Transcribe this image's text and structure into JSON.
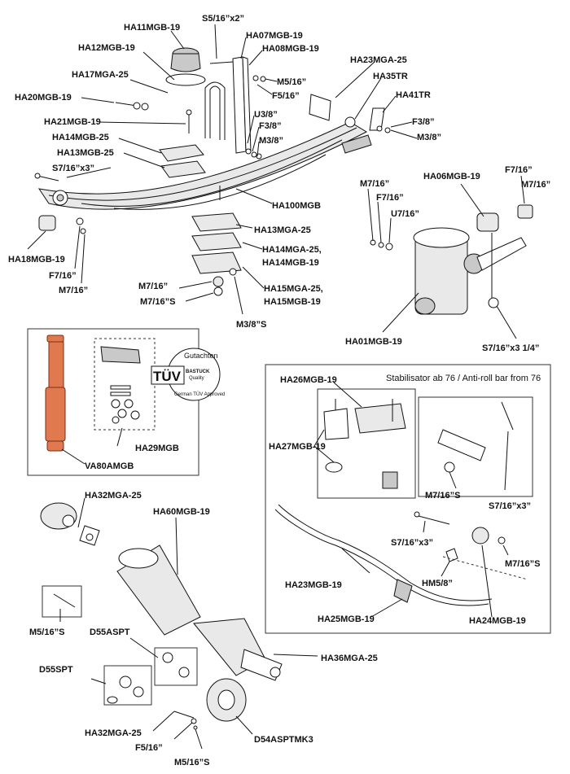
{
  "labels": {
    "ha11mgb19": "HA11MGB-19",
    "s5_16x2": "S5/16”x2”",
    "ha07mgb19": "HA07MGB-19",
    "ha12mgb19": "HA12MGB-19",
    "ha08mgb19": "HA08MGB-19",
    "ha23mga25": "HA23MGA-25",
    "ha17mga25": "HA17MGA-25",
    "m5_16_a": "M5/16”",
    "ha35tr": "HA35TR",
    "ha20mgb19": "HA20MGB-19",
    "f5_16_a": "F5/16”",
    "ha41tr": "HA41TR",
    "u3_8": "U3/8”",
    "ha21mgb19": "HA21MGB-19",
    "f3_8_a": "F3/8”",
    "f3_8_b": "F3/8”",
    "ha14mgb25": "HA14MGB-25",
    "m3_8_a": "M3/8”",
    "m3_8_b": "M3/8”",
    "ha13mgb25": "HA13MGB-25",
    "s7_16x3_a": "S7/16”x3”",
    "ha06mgb19": "HA06MGB-19",
    "f7_16_a": "F7/16”",
    "m7_16_a": "M7/16”",
    "m7_16_b": "M7/16”",
    "f7_16_b": "F7/16”",
    "ha100mgb": "HA100MGB",
    "u7_16": "U7/16”",
    "ha13mga25": "HA13MGA-25",
    "ha18mgb19": "HA18MGB-19",
    "ha14mga25": "HA14MGA-25,",
    "ha14mgb19": "HA14MGB-19",
    "f7_16_c": "F7/16”",
    "m7_16_c": "M7/16”",
    "ha15mga25": "HA15MGA-25,",
    "ha15mgb19": "HA15MGB-19",
    "m7_16_d": "M7/16”",
    "m7_16s_a": "M7/16”S",
    "m3_8s": "M3/8”S",
    "ha01mgb19": "HA01MGB-19",
    "s7_16x3_14": "S7/16”x3 1/4”",
    "ha29mgb": "HA29MGB",
    "va80amgb": "VA80AMGB",
    "ha26mgb19": "HA26MGB-19",
    "ha27mgb19": "HA27MGB-19",
    "ha32mga25_a": "HA32MGA-25",
    "ha60mgb19": "HA60MGB-19",
    "m7_16s_b": "M7/16”S",
    "s7_16x3_b": "S7/16”x3”",
    "s7_16x3_c": "S7/16”x3”",
    "m7_16s_c": "M7/16”S",
    "ha23mgb19": "HA23MGB-19",
    "hm5_8": "HM5/8”",
    "ha25mgb19": "HA25MGB-19",
    "ha24mgb19": "HA24MGB-19",
    "m5_16s_a": "M5/16”S",
    "d55aspt": "D55ASPT",
    "ha36mga25": "HA36MGA-25",
    "d55spt": "D55SPT",
    "ha32mga25_b": "HA32MGA-25",
    "f5_16_b": "F5/16”",
    "d54asptmk3": "D54ASPTMK3",
    "m5_16s_b": "M5/16”S"
  },
  "stabiliser": {
    "title_de": "Stabilisator ab 76 / ",
    "title_en": "Anti-roll bar from 76"
  },
  "tuv_badge": {
    "mark": "TÜV",
    "top": "Gutachten",
    "mid1": "BASTUCK",
    "mid2": "Quality",
    "bottom": "German TÜV Approved"
  }
}
